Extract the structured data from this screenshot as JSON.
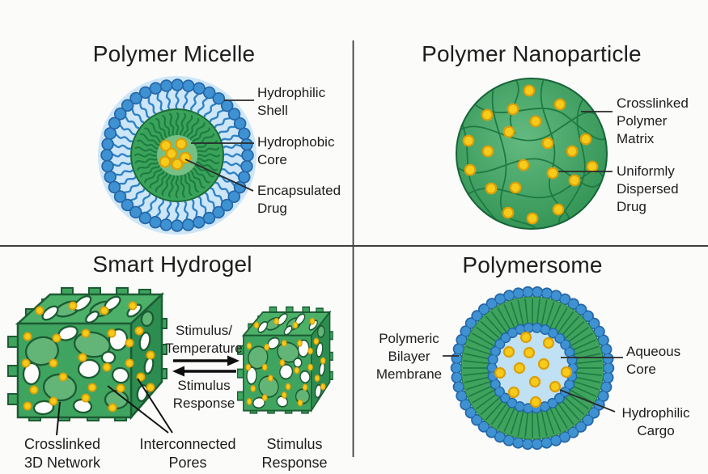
{
  "palette": {
    "background": "#fbfbfa",
    "blue": "#3e92d2",
    "blue_stroke": "#2566a8",
    "pale_blue_halo": "#cde6f7",
    "aqueous_blue": "#bfe1f3",
    "green": "#3aa35a",
    "dark_green_line": "#1e7c42",
    "green_outline": "#1c5c33",
    "light_green_core": "#76bf85",
    "hydrogel_strut_green": "#3fa45f",
    "yellow": "#f6cb1c",
    "yellow_stroke": "#dd9f05",
    "text": "#1d1d1d",
    "divider": "#3f3f3f"
  },
  "micelle": {
    "title": "Polymer Micelle",
    "labels": {
      "shell": [
        "Hydrophilic",
        "Shell"
      ],
      "core": [
        "Hydrophobic",
        "Core"
      ],
      "drug": [
        "Encapsulated",
        "Drug"
      ]
    }
  },
  "nanoparticle": {
    "title": "Polymer Nanoparticle",
    "labels": {
      "matrix": [
        "Crosslinked",
        "Polymer",
        "Matrix"
      ],
      "drug": [
        "Uniformly",
        "Dispersed",
        "Drug"
      ]
    }
  },
  "hydrogel": {
    "title": "Smart Hydrogel",
    "forward_arrow": [
      "Stimulus/",
      "Temperature"
    ],
    "reverse_arrow": [
      "Stimulus",
      "Response"
    ],
    "labels": {
      "network": [
        "Crosslinked",
        "3D Network"
      ],
      "pores": [
        "Interconnected",
        "Pores"
      ],
      "response": [
        "Stimulus",
        "Response"
      ]
    }
  },
  "polymersome": {
    "title": "Polymersome",
    "labels": {
      "membrane": [
        "Polymeric",
        "Bilayer",
        "Membrane"
      ],
      "core": [
        "Aqueous",
        "Core"
      ],
      "cargo": [
        "Hydrophilic",
        "Cargo"
      ]
    }
  }
}
